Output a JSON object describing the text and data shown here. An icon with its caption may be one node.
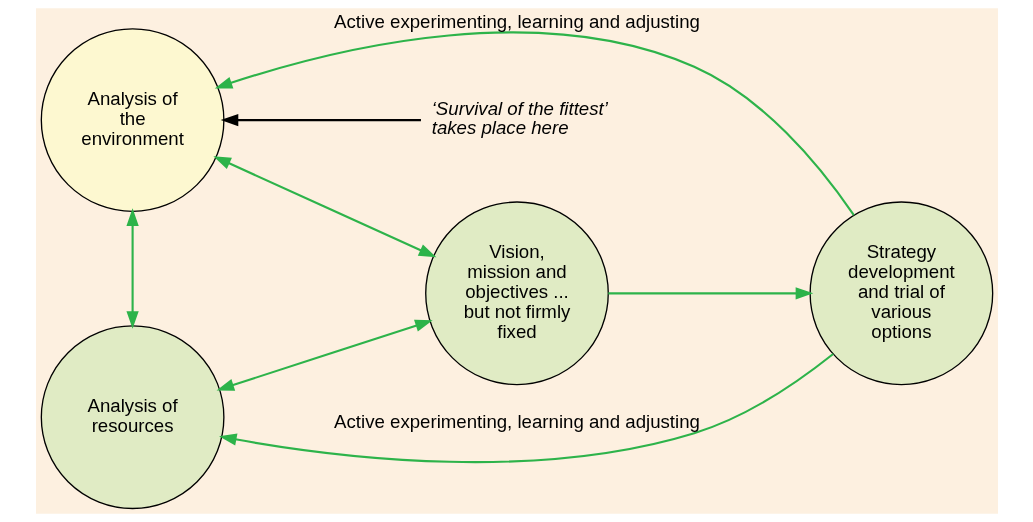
{
  "diagram": {
    "nodes": [
      {
        "text": [
          "Analysis of the environment"
        ]
      },
      {
        "text": [
          "‘Survival of the fittest’ takes place here"
        ]
      },
      {
        "text": [
          "Vision, mission and objectives ... but not firmly fixed"
        ]
      },
      {
        "text": [
          "Strategy development and trial of various options"
        ]
      },
      {
        "text": [
          "Analysis of resources"
        ]
      }
    ],
    "edges": [
      {
        "from": 1,
        "to": 0,
        "arrow": "to",
        "color": "#000000"
      },
      {
        "from": 0,
        "to": 2,
        "arrow": "both"
      },
      {
        "from": 0,
        "to": 4,
        "arrow": "both"
      },
      {
        "from": 4,
        "to": 2,
        "arrow": "both"
      },
      {
        "from": 2,
        "to": 3,
        "arrow": "to"
      },
      {
        "from": 3,
        "to": 0,
        "arrow": "to",
        "label": "Active experimenting, learning and adjusting"
      },
      {
        "from": 3,
        "to": 4,
        "arrow": "to",
        "label": "Active experimenting, learning and adjusting"
      }
    ]
  }
}
